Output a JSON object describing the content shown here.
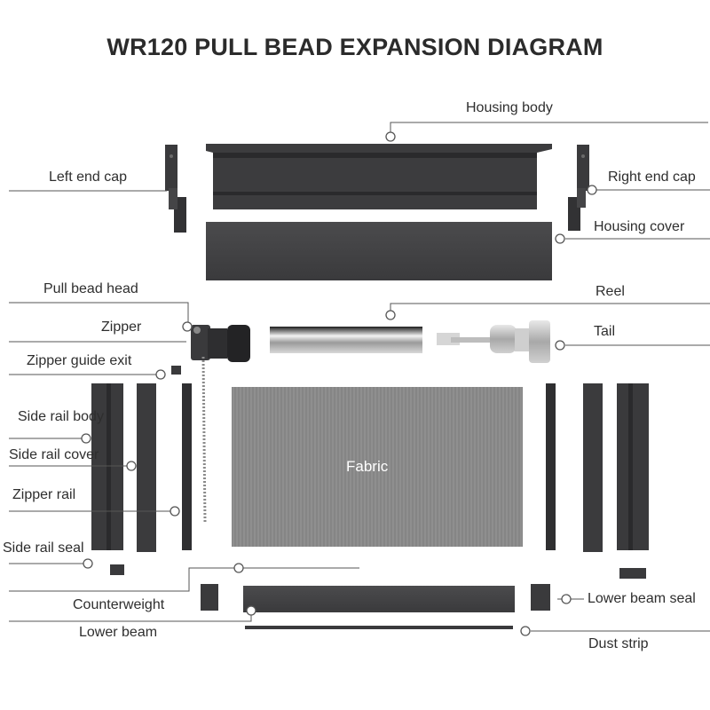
{
  "title": "WR120 PULL BEAD EXPANSION DIAGRAM",
  "labels": {
    "housing_body": "Housing body",
    "left_end_cap": "Left end cap",
    "right_end_cap": "Right end cap",
    "housing_cover": "Housing cover",
    "pull_bead_head": "Pull bead head",
    "reel": "Reel",
    "zipper": "Zipper",
    "tail": "Tail",
    "zipper_guide_exit": "Zipper guide exit",
    "side_rail_body": "Side rail body",
    "side_rail_cover": "Side rail cover",
    "zipper_rail": "Zipper rail",
    "side_rail_seal": "Side rail seal",
    "fabric": "Fabric",
    "counterweight": "Counterweight",
    "lower_beam_seal": "Lower beam seal",
    "lower_beam": "Lower beam",
    "dust_strip": "Dust strip"
  },
  "colors": {
    "part_dark": "#3a3a3c",
    "part_mid": "#4a4a4c",
    "fabric": "#8e8e8e",
    "line": "#555555",
    "text": "#2e2e2e"
  }
}
